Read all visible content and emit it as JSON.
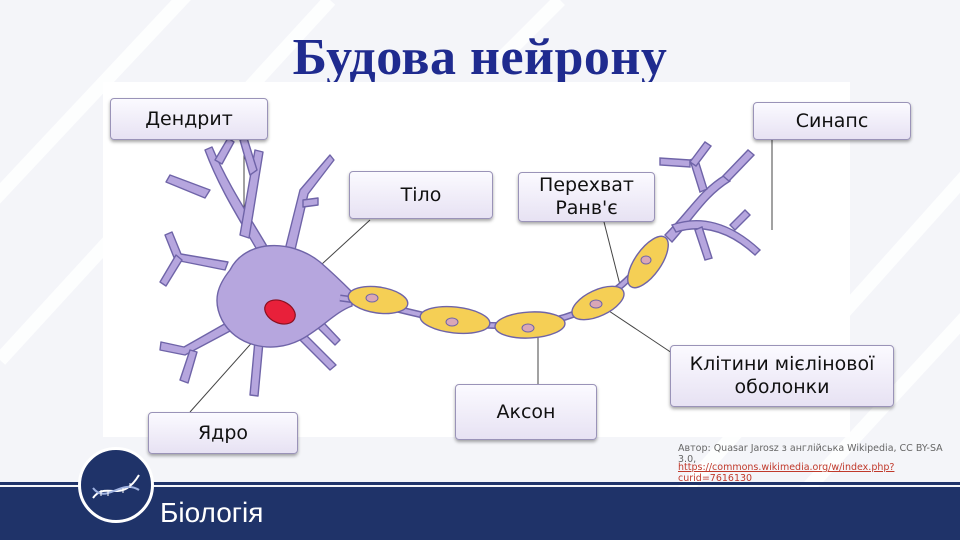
{
  "title": "Будова нейрону",
  "labels": {
    "dendrite": "Дендрит",
    "body": "Тіло",
    "node_line1": "Перехват",
    "node_line2": "Ранв'є",
    "synapse": "Синапс",
    "myelin_line1": "Клітини мієлінової",
    "myelin_line2": "оболонки",
    "axon": "Аксон",
    "nucleus": "Ядро"
  },
  "credit": {
    "author": "Автор: Quasar Jarosz з англійська Wikipedia, CC BY-SA 3.0,",
    "link": "https://commons.wikimedia.org/w/index.php?curid=7616130"
  },
  "footer": {
    "subject": "Біологія"
  },
  "colors": {
    "title": "#1f2b8f",
    "neuron": "#b6a6de",
    "neuron_stroke": "#6f64a8",
    "myelin": "#f5cf55",
    "nucleus": "#e8203a",
    "footer": "#1f3369"
  }
}
